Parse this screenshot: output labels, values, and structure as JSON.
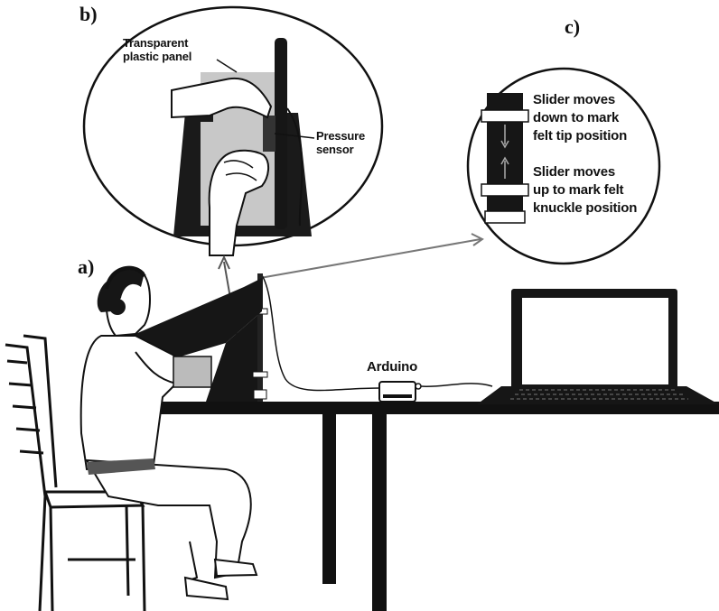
{
  "panels": {
    "a": "a)",
    "b": "b)",
    "c": "c)"
  },
  "labels": {
    "transparent_panel": [
      "Transparent",
      "plastic panel"
    ],
    "pressure_sensor": [
      "Pressure",
      "sensor"
    ],
    "slider_down": [
      "Slider moves",
      "down to mark",
      "felt tip position"
    ],
    "slider_up": [
      "Slider moves",
      "up to mark felt",
      "knuckle position"
    ],
    "arduino": "Arduino"
  },
  "colors": {
    "ink": "#111111",
    "fill_dark": "#161616",
    "panel_gray": "#c8c8c8",
    "laptop_screen": "#ffffff",
    "arrow": "#6a6a6a"
  }
}
